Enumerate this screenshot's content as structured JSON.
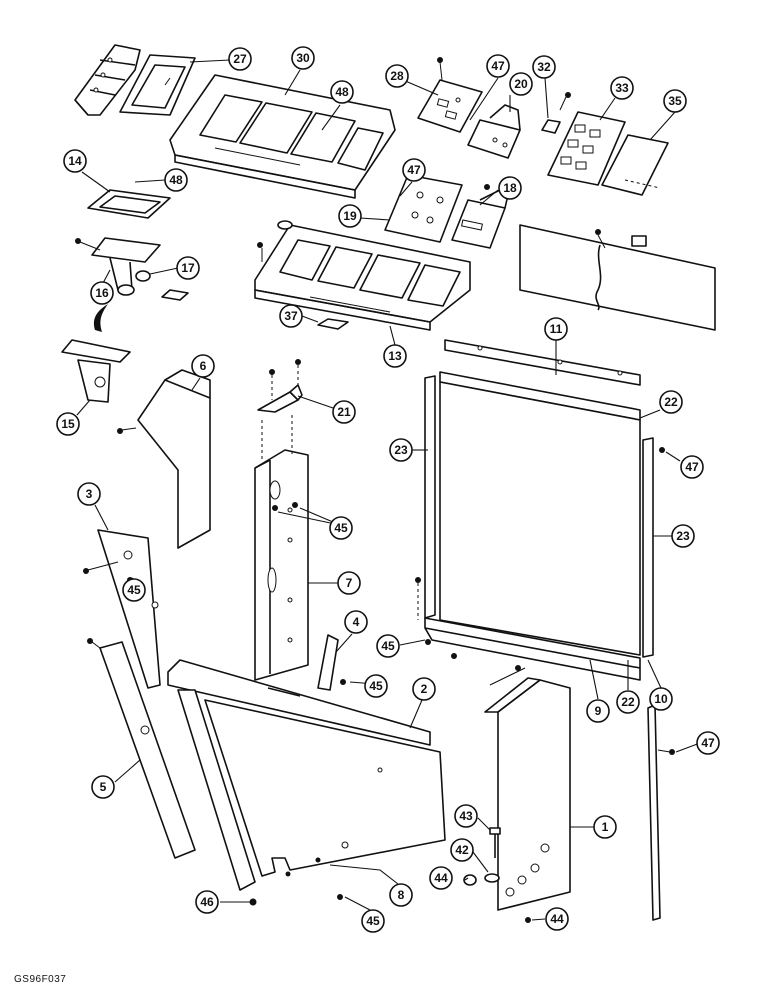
{
  "figure_code": "GS96F037",
  "callouts": [
    "27",
    "30",
    "48",
    "28",
    "47",
    "20",
    "32",
    "33",
    "35",
    "14",
    "48",
    "47",
    "18",
    "19",
    "17",
    "16",
    "37",
    "13",
    "11",
    "15",
    "6",
    "21",
    "22",
    "23",
    "47",
    "3",
    "45",
    "23",
    "7",
    "4",
    "45",
    "45",
    "45",
    "2",
    "10",
    "9",
    "22",
    "47",
    "5",
    "1",
    "43",
    "42",
    "8",
    "44",
    "46",
    "45",
    "44"
  ]
}
